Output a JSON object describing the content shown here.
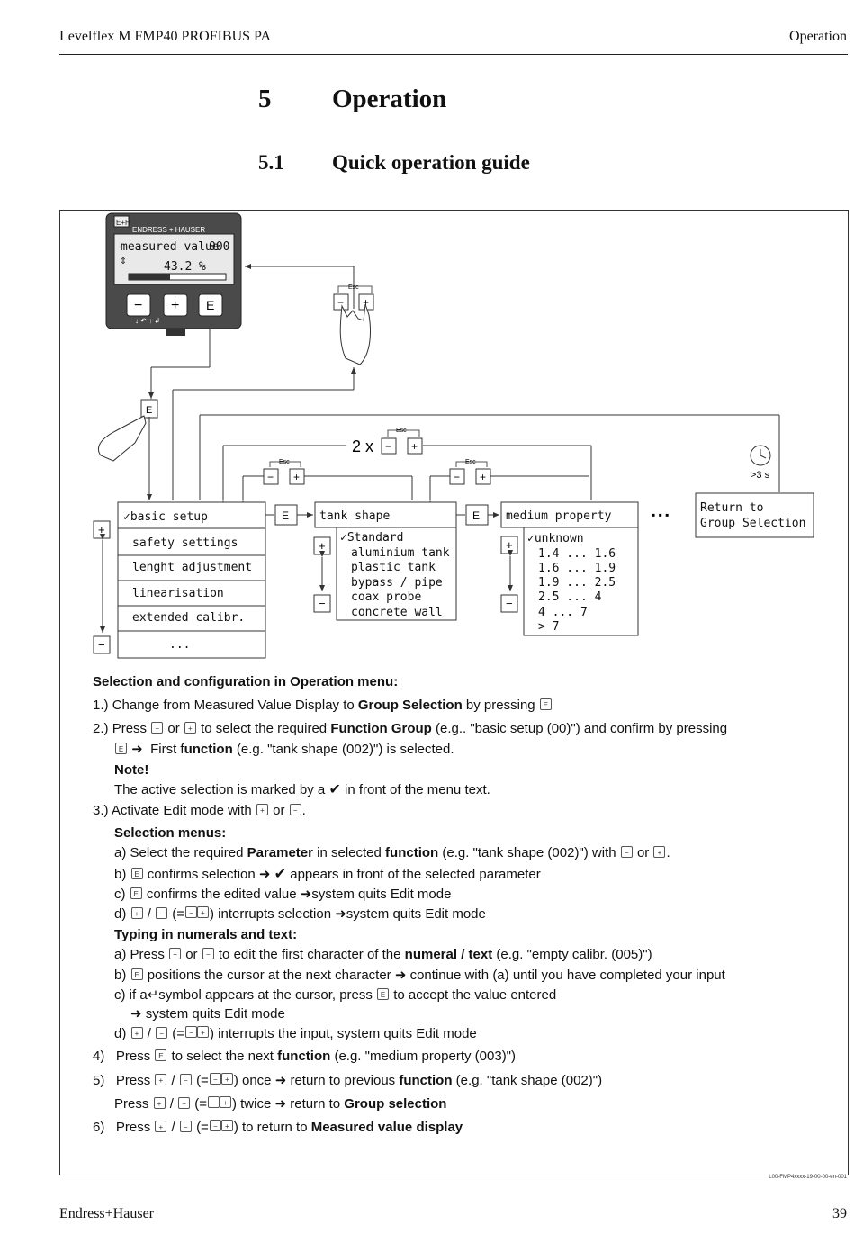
{
  "header": {
    "left": "Levelflex M FMP40 PROFIBUS PA",
    "right": "Operation"
  },
  "chapter": {
    "number": "5",
    "title": "Operation"
  },
  "section": {
    "number": "5.1",
    "title": "Quick operation guide"
  },
  "device": {
    "brand": "ENDRESS + HAUSER",
    "logo": "E+H",
    "lcd_label": "measured value",
    "lcd_code": "000",
    "lcd_value": "43.2",
    "lcd_unit": "%",
    "keys": [
      "−",
      "+",
      "E"
    ]
  },
  "diagram": {
    "esc": "Esc",
    "twice": "2 x",
    "timeout": ">3 s",
    "e_key": "E",
    "plus": "+",
    "minus": "−",
    "ellipsis": "▪ ▪ ▪",
    "group_menu": [
      "✓basic setup",
      "safety settings",
      "lenght adjustment",
      "linearisation",
      "extended calibr.",
      "..."
    ],
    "tank_shape": {
      "title": "tank shape",
      "items": [
        "✓Standard",
        "aluminium tank",
        "plastic tank",
        "bypass / pipe",
        "coax probe",
        "concrete wall"
      ]
    },
    "medium_property": {
      "title": "medium property",
      "items": [
        "✓unknown",
        "1.4 ... 1.6",
        "1.6 ... 1.9",
        "1.9 ... 2.5",
        "2.5 ... 4",
        "4 ... 7",
        "> 7"
      ]
    },
    "return_box": [
      "Return to",
      "Group Selection"
    ],
    "figure_code": "L00-FMP4xxxx-19-00-00-en-001"
  },
  "instructions": {
    "heading": "Selection and configuration in Operation menu:",
    "s1_pre": "Change from Measured Value Display to ",
    "s1_bold": "Group Selection",
    "s1_post": " by pressing",
    "s2_pre": "Press",
    "s2_or": "or",
    "s2_mid": "to select the required ",
    "s2_bold": "Function Group",
    "s2_post": " (e.g.. \"basic setup (00)\") and confirm by pressing",
    "s2_l2_pre": "First f",
    "s2_l2_bold": "unction",
    "s2_l2_post": " (e.g. \"tank shape (002)\") is selected.",
    "note_title": "Note!",
    "note_pre": "The active selection is marked by a",
    "note_post": " in front of the menu text.",
    "s3_pre": "Activate Edit mode with",
    "s3_or": "or",
    "sel_title": "Selection menus:",
    "a_pre": "a) Select the required ",
    "a_b1": "Parameter",
    "a_mid": " in selected ",
    "a_b2": "function",
    "a_post": " (e.g. \"tank shape (002)\") with",
    "a_or": "or",
    "b_pre": "b)",
    "b_post": "confirms selection",
    "b_post2": "appears in front of the selected parameter",
    "c_pre": "c)",
    "c_post": "confirms the edited value",
    "c_post2": "system quits Edit mode",
    "d_pre": "d)",
    "d_mid": "interrupts selection",
    "d_post": "system quits Edit mode",
    "typ_title": "Typing in numerals and text:",
    "ta_pre": "a) Press",
    "ta_or": "or",
    "ta_mid": "to edit the first character of the ",
    "ta_bold": "numeral / text",
    "ta_post": " (e.g. \"empty calibr. (005)\")",
    "tb_pre": "b)",
    "tb_mid": "positions the cursor at the next character",
    "tb_post": "continue with (a) until you have completed your input",
    "tc_pre": "c) if a",
    "tc_mid": "symbol appears at the cursor, press",
    "tc_post": "to accept the value entered",
    "tc_l2": "system quits Edit mode",
    "td_pre": "d)",
    "td_post": "interrupts the input,  system quits Edit mode",
    "s4_pre": "Press",
    "s4_mid": "to select the next ",
    "s4_bold": "function",
    "s4_post": " (e.g. \"medium property (003)\")",
    "s5_pre": "Press",
    "s5_mid": "once",
    "s5_mid2": "return to previous ",
    "s5_bold": "function",
    "s5_post": " (e.g. \"tank shape (002)\")",
    "s5b_mid": "twice",
    "s5b_mid2": "return to ",
    "s5b_bold": "Group selection",
    "s6_pre": "Press",
    "s6_mid": "to return to ",
    "s6_bold": "Measured value display",
    "n1": "1.)",
    "n2": "2.)",
    "n3": "3.)",
    "n4": "4)",
    "n5": "5)",
    "n6": "6)",
    "slash": "/",
    "eq_open": "(=",
    "eq_close": ")"
  },
  "footer": {
    "left": "Endress+Hauser",
    "page": "39"
  }
}
